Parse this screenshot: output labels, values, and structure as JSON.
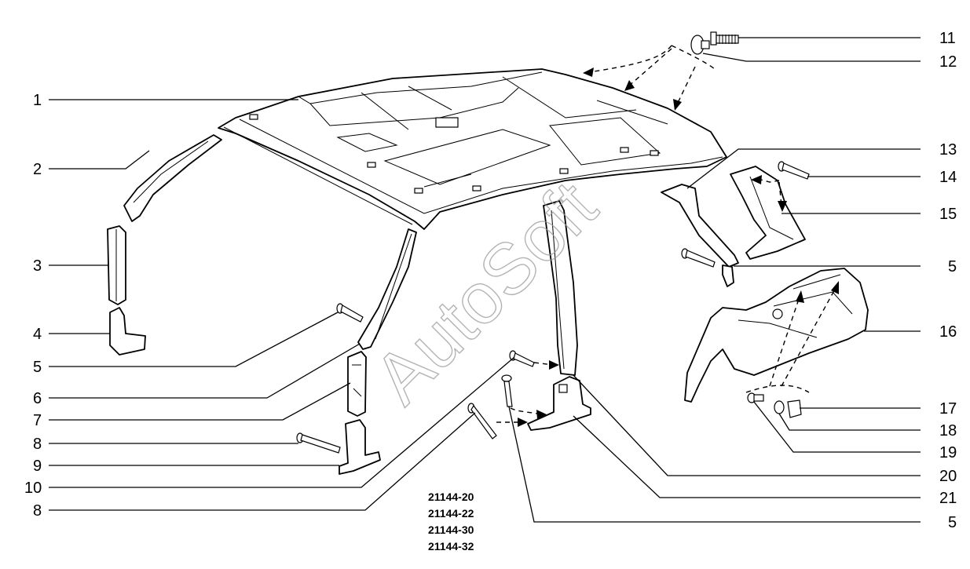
{
  "watermark": "AutoSoft",
  "callouts_left": [
    "1",
    "2",
    "3",
    "4",
    "5",
    "6",
    "7",
    "8",
    "9",
    "10",
    "8"
  ],
  "callouts_right": [
    "11",
    "12",
    "13",
    "14",
    "15",
    "5",
    "16",
    "17",
    "18",
    "19",
    "20",
    "21",
    "5"
  ],
  "model_codes": [
    "21144-20",
    "21144-22",
    "21144-30",
    "21144-32"
  ]
}
